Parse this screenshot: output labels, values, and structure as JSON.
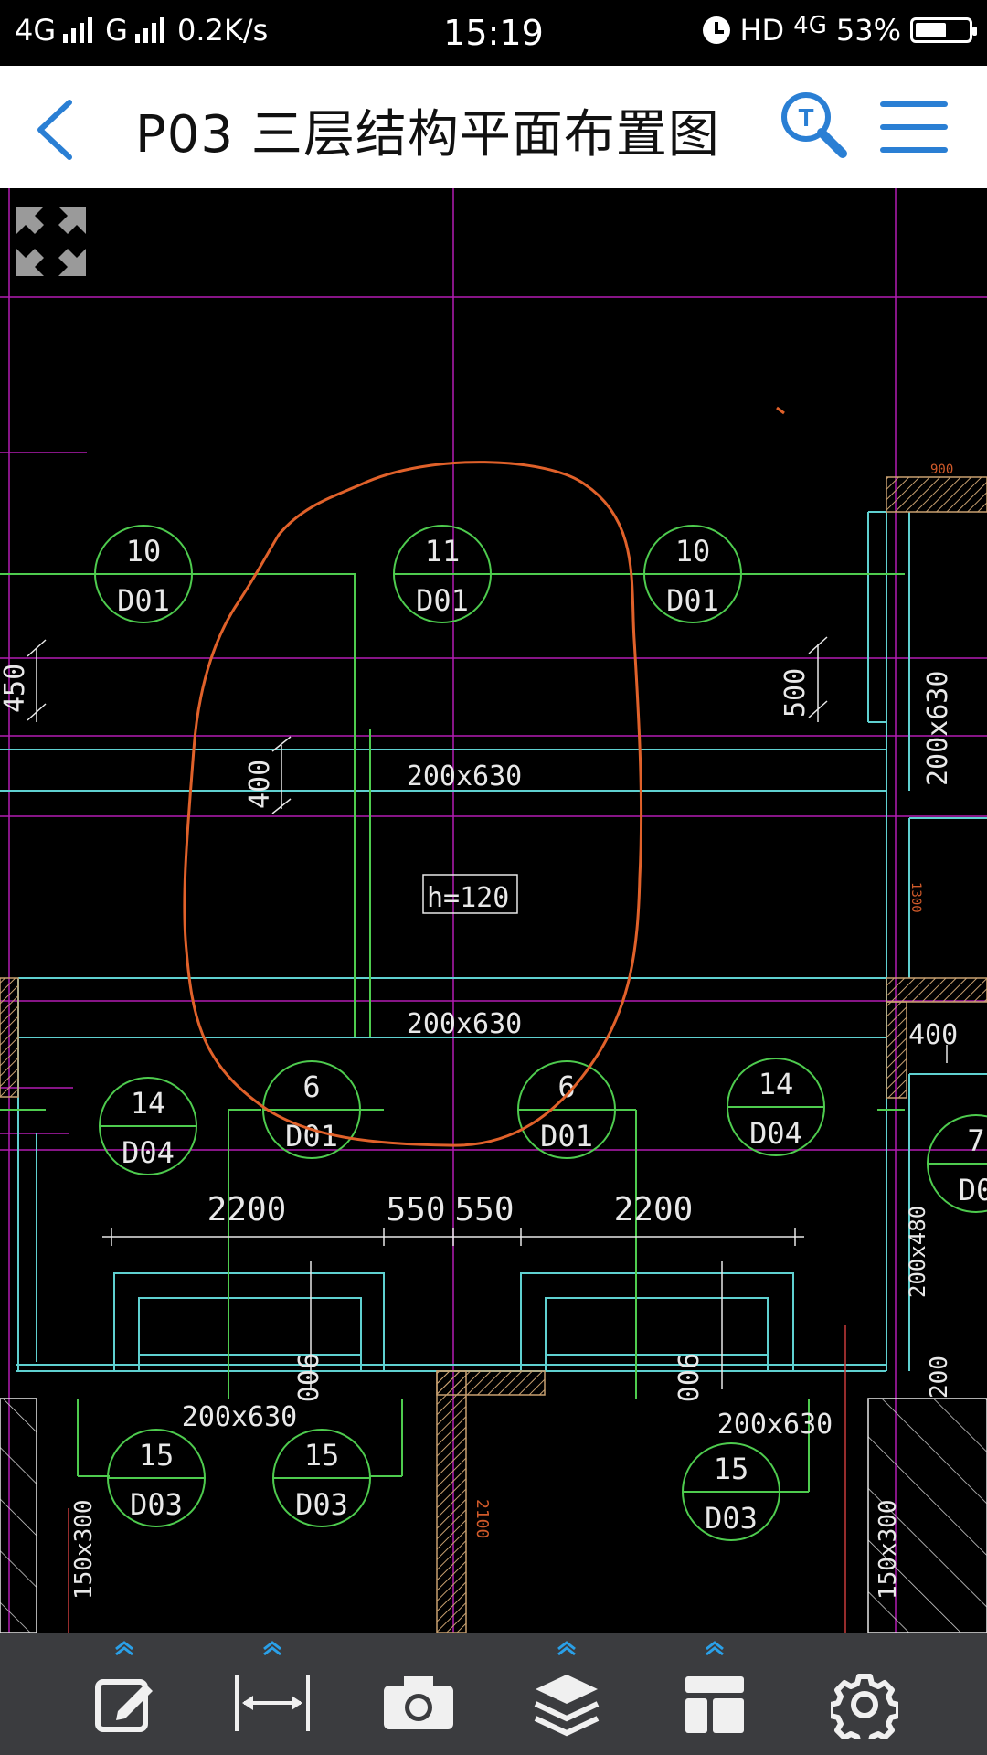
{
  "status_bar": {
    "network_1": "4G",
    "network_2": "G",
    "speed": "0.2K/s",
    "time": "15:19",
    "hd_label": "HD",
    "network_3": "4G",
    "battery": "53%",
    "battery_level": 0.53
  },
  "header": {
    "title": "P03 三层结构平面布置图",
    "accent_color": "#2a7fd4"
  },
  "drawing": {
    "beam_labels": [
      "200x630",
      "200x630",
      "200x630",
      "200x630"
    ],
    "slab_label": "h=120",
    "dims_left": [
      "450",
      "400"
    ],
    "dim_right": "500",
    "dim_right_beam": "200x630",
    "dim_400": "400",
    "dim_small_900": "900",
    "dim_small_1300": "1300",
    "dim_small_2100": "2100",
    "dim_200x480": "200x480",
    "dim_200": "200",
    "dims_bottom": [
      "2200",
      "550",
      "550",
      "2200"
    ],
    "dims_900": [
      "900",
      "900"
    ],
    "dims_150x300": [
      "150x300",
      "150x300"
    ],
    "doors": [
      {
        "num": "10",
        "type": "D01"
      },
      {
        "num": "11",
        "type": "D01"
      },
      {
        "num": "10",
        "type": "D01"
      },
      {
        "num": "14",
        "type": "D04"
      },
      {
        "num": "6",
        "type": "D01"
      },
      {
        "num": "6",
        "type": "D01"
      },
      {
        "num": "14",
        "type": "D04"
      },
      {
        "num": "7",
        "type": "D0"
      },
      {
        "num": "15",
        "type": "D03"
      },
      {
        "num": "15",
        "type": "D03"
      },
      {
        "num": "15",
        "type": "D03"
      }
    ],
    "colors": {
      "cyan": "#5fd0d0",
      "green": "#4ecb4e",
      "magenta": "#b21cb2",
      "white": "#e8e8e8",
      "orange": "#e0612a",
      "hatch": "#c8a070"
    }
  },
  "toolbar": {
    "items": [
      "edit-icon",
      "measure-icon",
      "camera-icon",
      "layers-icon",
      "layout-icon",
      "settings-icon"
    ]
  }
}
